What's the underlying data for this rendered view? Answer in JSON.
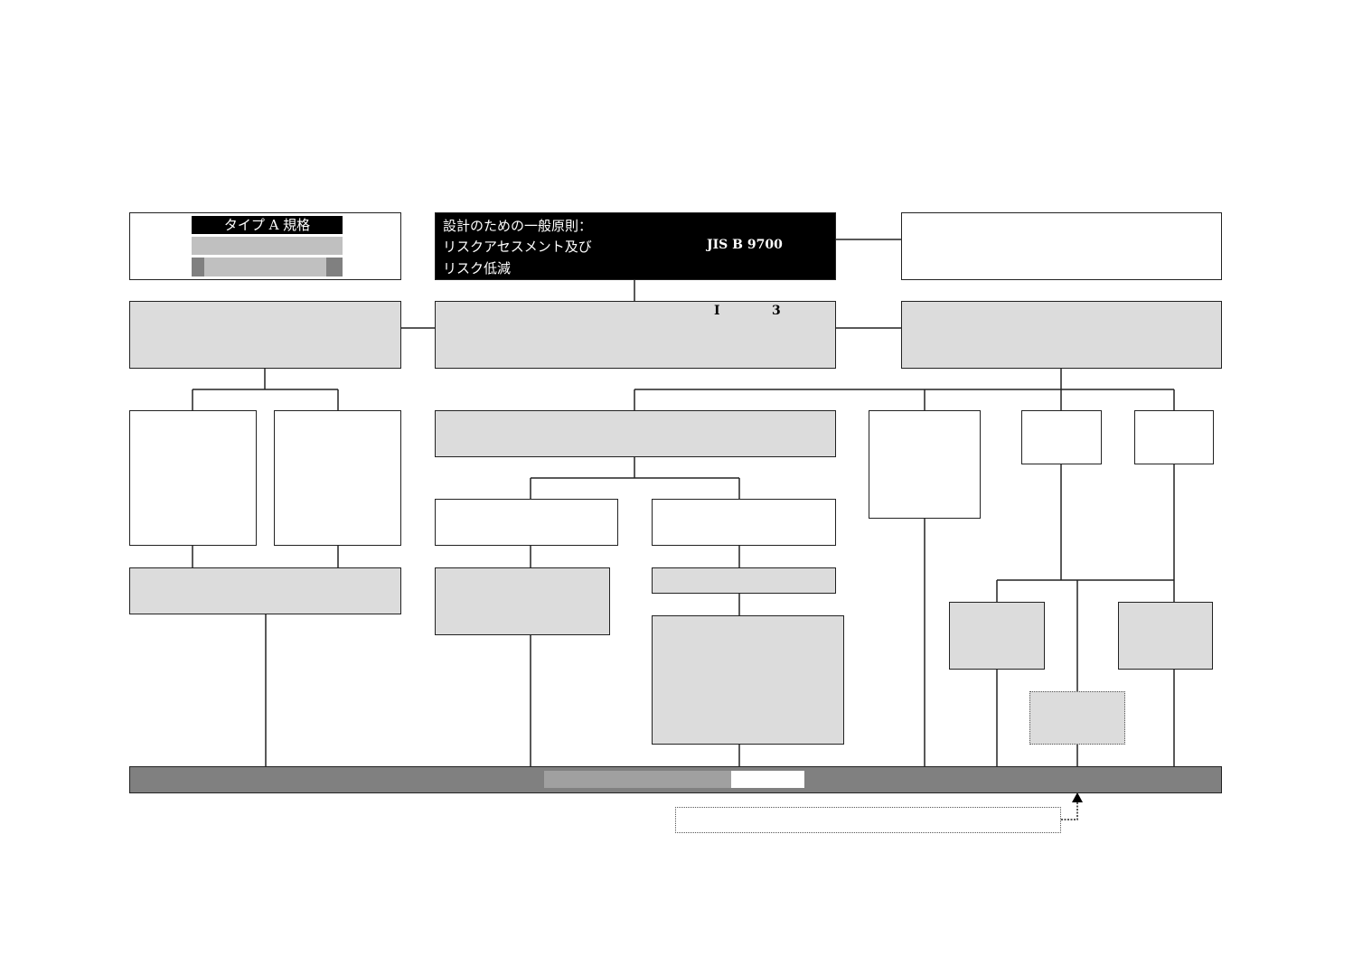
{
  "type_a": {
    "label": "タイプ A 規格"
  },
  "general_principles": {
    "lines": [
      "設計のための一般原則：",
      "リスクアセスメント及び",
      "リスク低減"
    ],
    "standard": "JIS B 9700"
  },
  "row2_center": {
    "fragments": [
      "I",
      "3"
    ]
  },
  "colors": {
    "black_box": "#000000",
    "gray_box": "#dcdcdc",
    "bar": "#808080",
    "bar_highlight": "#a0a0a0"
  }
}
